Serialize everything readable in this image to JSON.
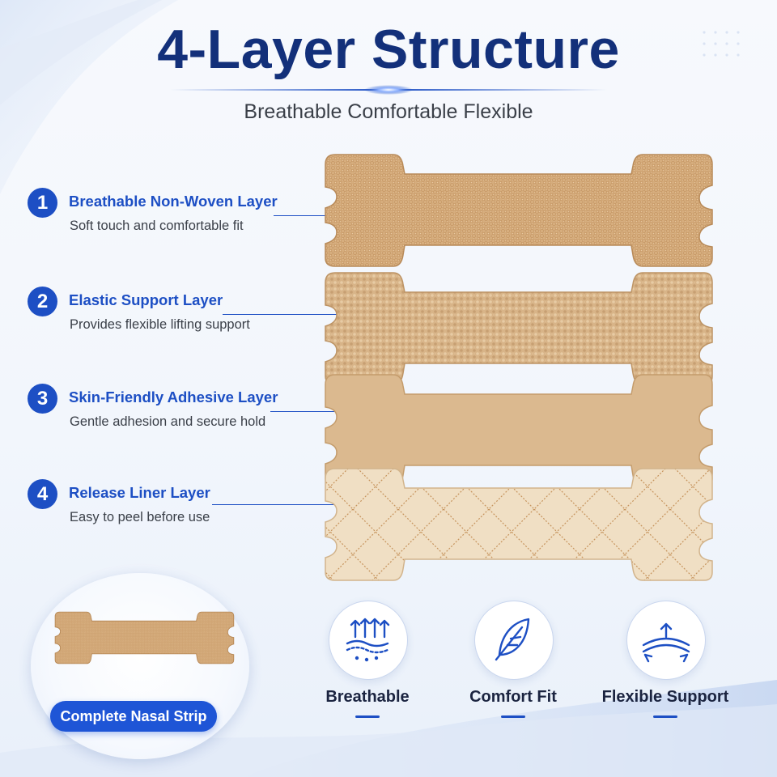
{
  "header": {
    "title": "4-Layer Structure",
    "subtitle": "Breathable Comfortable Flexible"
  },
  "layers": [
    {
      "number": "1",
      "name": "Breathable Non-Woven Layer",
      "description": "Soft touch and comfortable fit"
    },
    {
      "number": "2",
      "name": "Elastic Support Layer",
      "description": "Provides flexible lifting support"
    },
    {
      "number": "3",
      "name": "Skin-Friendly Adhesive Layer",
      "description": "Gentle adhesion and secure hold"
    },
    {
      "number": "4",
      "name": "Release Liner Layer",
      "description": "Easy to peel before use"
    }
  ],
  "complete_strip": {
    "label": "Complete Nasal Strip"
  },
  "features": [
    {
      "label": "Breathable",
      "icon": "breathable-airflow-icon"
    },
    {
      "label": "Comfort Fit",
      "icon": "feather-icon"
    },
    {
      "label": "Flexible Support",
      "icon": "flexible-support-icon"
    }
  ],
  "colors": {
    "title": "#13307a",
    "accent": "#1d4fc4",
    "strip_tan": "#d8b082",
    "liner": "#efdcc0"
  }
}
